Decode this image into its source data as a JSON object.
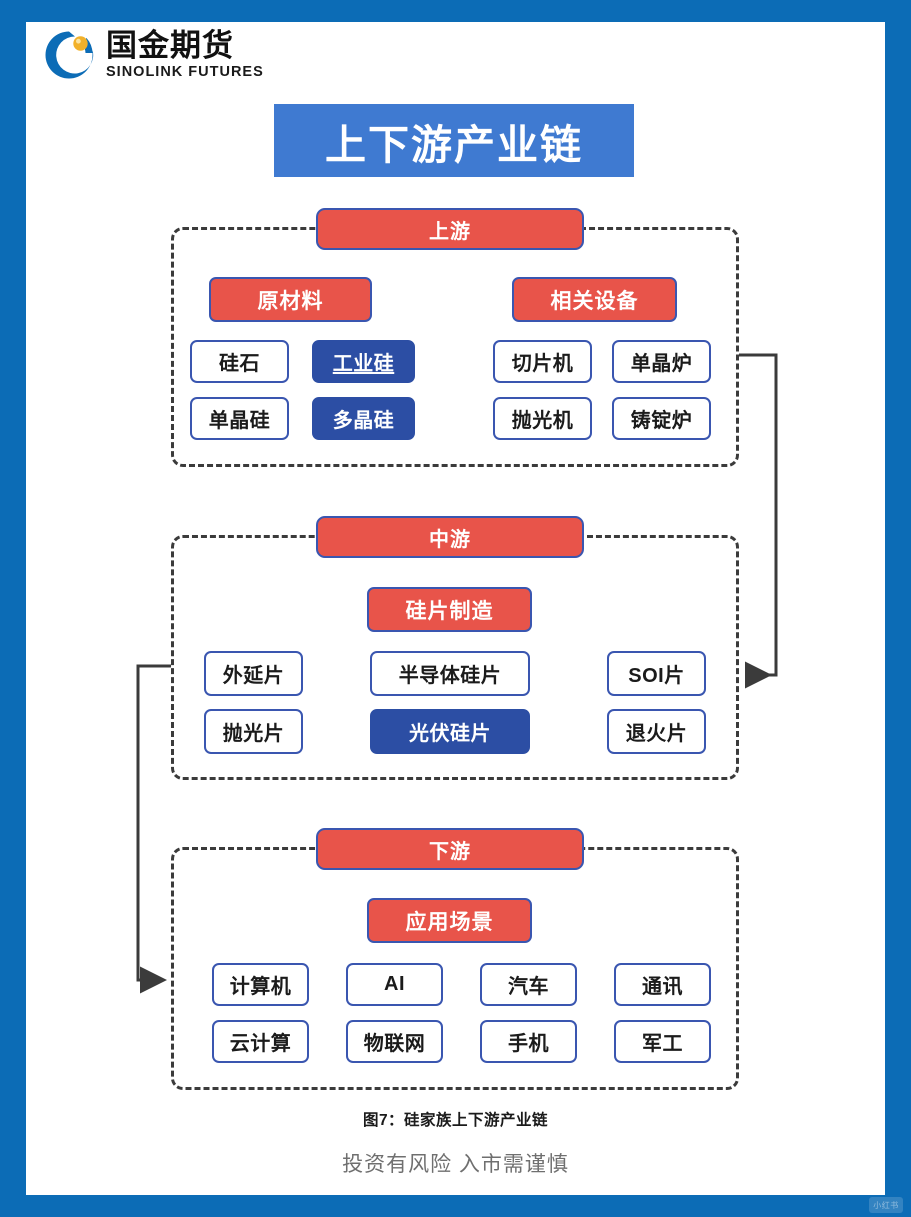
{
  "brand": {
    "name_cn": "国金期货",
    "name_en": "SINOLINK FUTURES",
    "logo_icon": "sinolink-ring-logo",
    "logo_colors": {
      "ring": "#0c6cb6",
      "dot": "#f0b429"
    }
  },
  "title_banner": {
    "text": "上下游产业链",
    "background": "#3f7ad1",
    "text_color": "#ffffff"
  },
  "colors": {
    "frame_blue": "#0c6cb6",
    "header_red": "#e8544a",
    "box_blue_border": "#3a56b0",
    "box_blue_fill": "#2c4ea4",
    "dashed_border": "#3b3b3b",
    "connector": "#3b3b3b"
  },
  "sections": [
    {
      "id": "upstream",
      "header": "上游",
      "groups": [
        {
          "id": "raw-materials",
          "title": "原材料",
          "items": [
            {
              "label": "硅石",
              "style": "outline"
            },
            {
              "label": "工业硅",
              "style": "filled-underlined"
            },
            {
              "label": "单晶硅",
              "style": "outline"
            },
            {
              "label": "多晶硅",
              "style": "filled"
            }
          ]
        },
        {
          "id": "related-equipment",
          "title": "相关设备",
          "items": [
            {
              "label": "切片机",
              "style": "outline"
            },
            {
              "label": "单晶炉",
              "style": "outline"
            },
            {
              "label": "抛光机",
              "style": "outline"
            },
            {
              "label": "铸锭炉",
              "style": "outline"
            }
          ]
        }
      ]
    },
    {
      "id": "midstream",
      "header": "中游",
      "groups": [
        {
          "id": "wafer-manufacturing",
          "title": "硅片制造",
          "items": [
            {
              "label": "外延片",
              "style": "outline"
            },
            {
              "label": "半导体硅片",
              "style": "outline"
            },
            {
              "label": "SOI片",
              "style": "outline"
            },
            {
              "label": "抛光片",
              "style": "outline"
            },
            {
              "label": "光伏硅片",
              "style": "filled"
            },
            {
              "label": "退火片",
              "style": "outline"
            }
          ]
        }
      ]
    },
    {
      "id": "downstream",
      "header": "下游",
      "groups": [
        {
          "id": "application-scenarios",
          "title": "应用场景",
          "items": [
            {
              "label": "计算机",
              "style": "outline"
            },
            {
              "label": "AI",
              "style": "outline"
            },
            {
              "label": "汽车",
              "style": "outline"
            },
            {
              "label": "通讯",
              "style": "outline"
            },
            {
              "label": "云计算",
              "style": "outline"
            },
            {
              "label": "物联网",
              "style": "outline"
            },
            {
              "label": "手机",
              "style": "outline"
            },
            {
              "label": "军工",
              "style": "outline"
            }
          ]
        }
      ]
    }
  ],
  "connectors": [
    {
      "id": "upstream-to-midstream",
      "from": "upstream",
      "to": "midstream",
      "side": "right"
    },
    {
      "id": "midstream-to-downstream",
      "from": "midstream",
      "to": "downstream",
      "side": "left"
    }
  ],
  "captions": {
    "figure": "图7：硅家族上下游产业链",
    "risk": "投资有风险 入市需谨慎"
  },
  "watermark": {
    "text": "小红书"
  }
}
